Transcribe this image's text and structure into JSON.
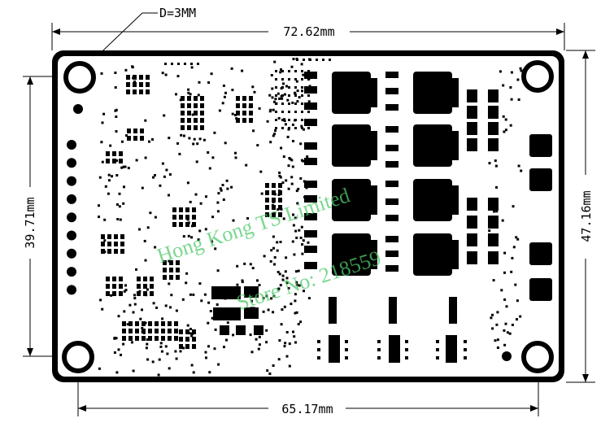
{
  "annotations": {
    "hole_diameter": "D=3MM",
    "width_total": "72.62mm",
    "width_holes": "65.17mm",
    "height_total": "47.16mm",
    "height_holes": "39.71mm"
  },
  "watermark": {
    "line1": "Hong Kong TS Limited",
    "line2": "Store No: 218559"
  },
  "colors": {
    "board": "#000000",
    "background": "#ffffff",
    "watermark": "#4fc96a"
  }
}
